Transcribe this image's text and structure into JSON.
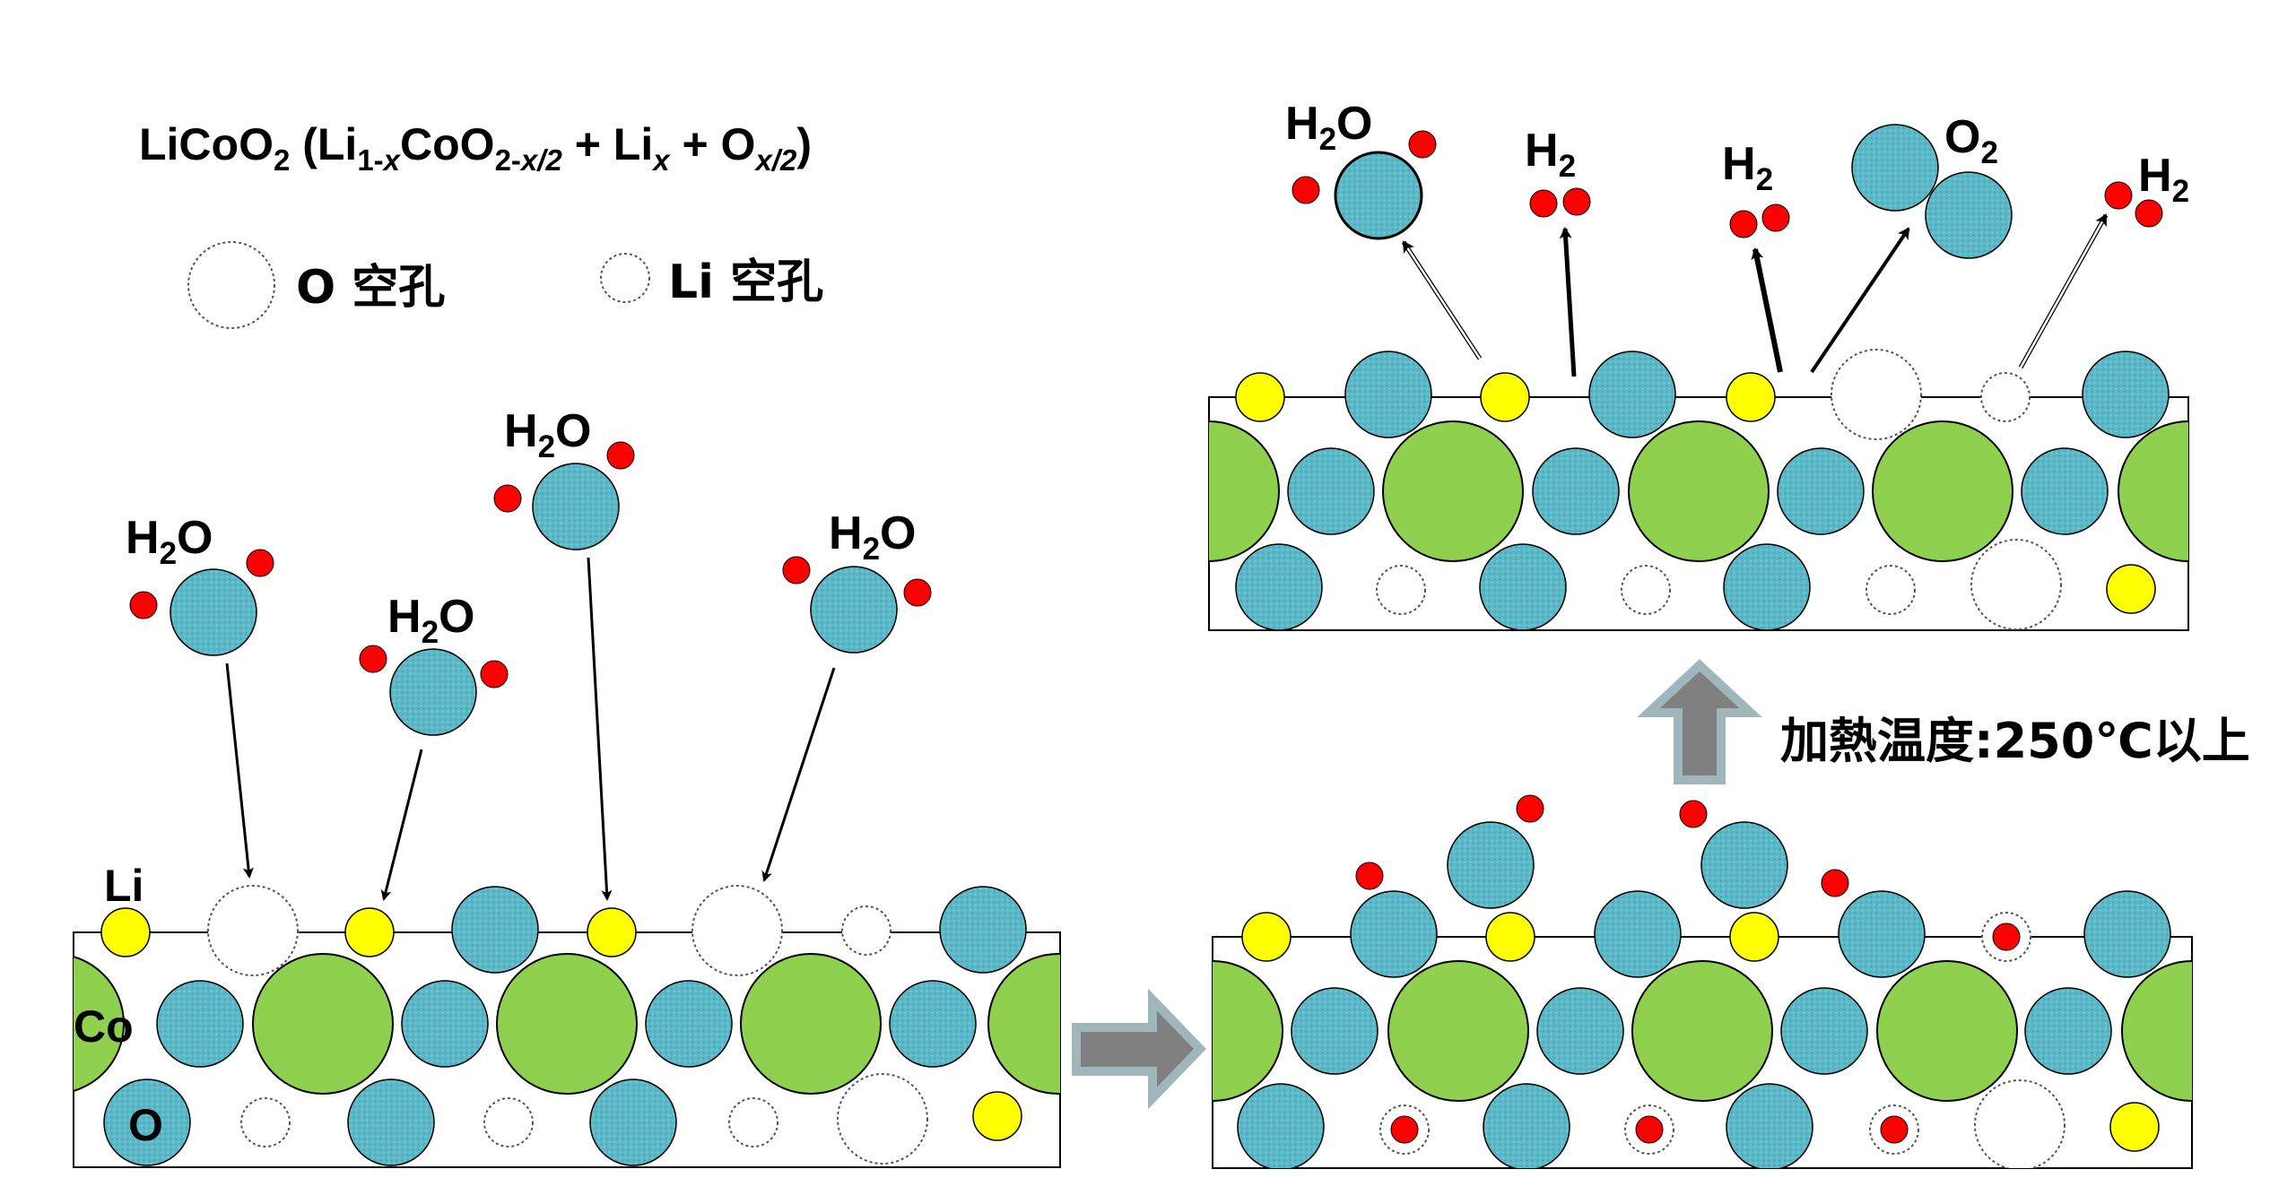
{
  "formula": {
    "main": "LiCoO",
    "main_sub": "2",
    "open": " (Li",
    "s1": "1-",
    "s1x": "x",
    "mid1": "CoO",
    "s2": "2-",
    "s2x": "x/2",
    "mid2": " + Li",
    "s3x": "x",
    "mid3": " + O",
    "s4x": "x/2",
    "close": ")"
  },
  "legend": {
    "o_vacancy": "O 空孔",
    "li_vacancy": "Li 空孔"
  },
  "atom_labels": {
    "li": "Li",
    "co": "Co",
    "o": "O"
  },
  "molecules": {
    "h2o_h": "H",
    "h2o_2": "2",
    "h2o_o": "O",
    "h2_h": "H",
    "h2_2": "2",
    "o2_o": "O",
    "o2_2": "2"
  },
  "condition": "加熱温度:250℃以上",
  "colors": {
    "oxygen": "#5bb8c7",
    "cobalt": "#8fd14f",
    "lithium": "#ffff00",
    "hydrogen": "#ff0000",
    "arrow_gray": "#808080",
    "arrow_outline": "#9fb6ba"
  }
}
